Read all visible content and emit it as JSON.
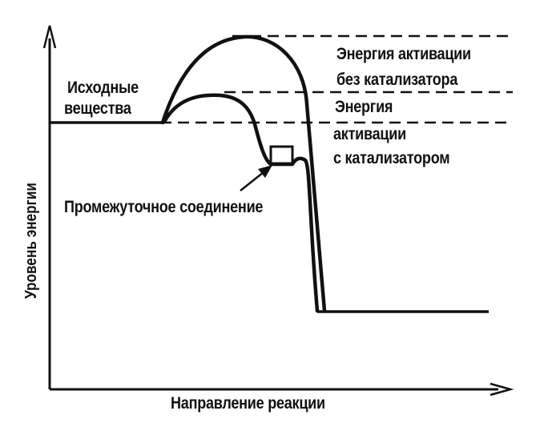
{
  "diagram": {
    "colors": {
      "ink": "#111111",
      "background": "#ffffff"
    },
    "labels": {
      "y_axis": "Уровень энергии",
      "x_axis": "Направление реакции",
      "reactants_line1": "Исходные",
      "reactants_line2": "вещества",
      "uncatalyzed_line1": "Энергия активации",
      "uncatalyzed_line2": "без катализатора",
      "catalyzed_line1": "Энергия",
      "catalyzed_line2": "активации",
      "catalyzed_line3": "с катализатором",
      "intermediate": "Промежуточное соединение"
    }
  }
}
